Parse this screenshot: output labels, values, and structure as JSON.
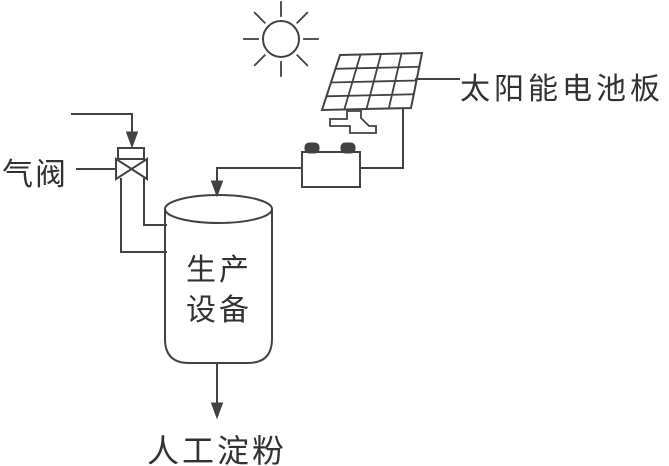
{
  "diagram": {
    "type": "schematic",
    "background": "#ffffff",
    "stroke_color": "#424242",
    "text_color": "#323232",
    "labels": {
      "gas_valve": "气阀",
      "solar_panel": "太阳能电池板",
      "equipment_line1": "生产",
      "equipment_line2": "设备",
      "product": "人工淀粉"
    },
    "icons": {
      "sun": "sun-icon",
      "solar_panel": "solar-panel-icon",
      "panel_mount": "panel-mount-icon",
      "battery": "battery-icon",
      "valve": "valve-icon",
      "tank": "tank-icon",
      "arrow": "arrow-down-icon"
    }
  }
}
